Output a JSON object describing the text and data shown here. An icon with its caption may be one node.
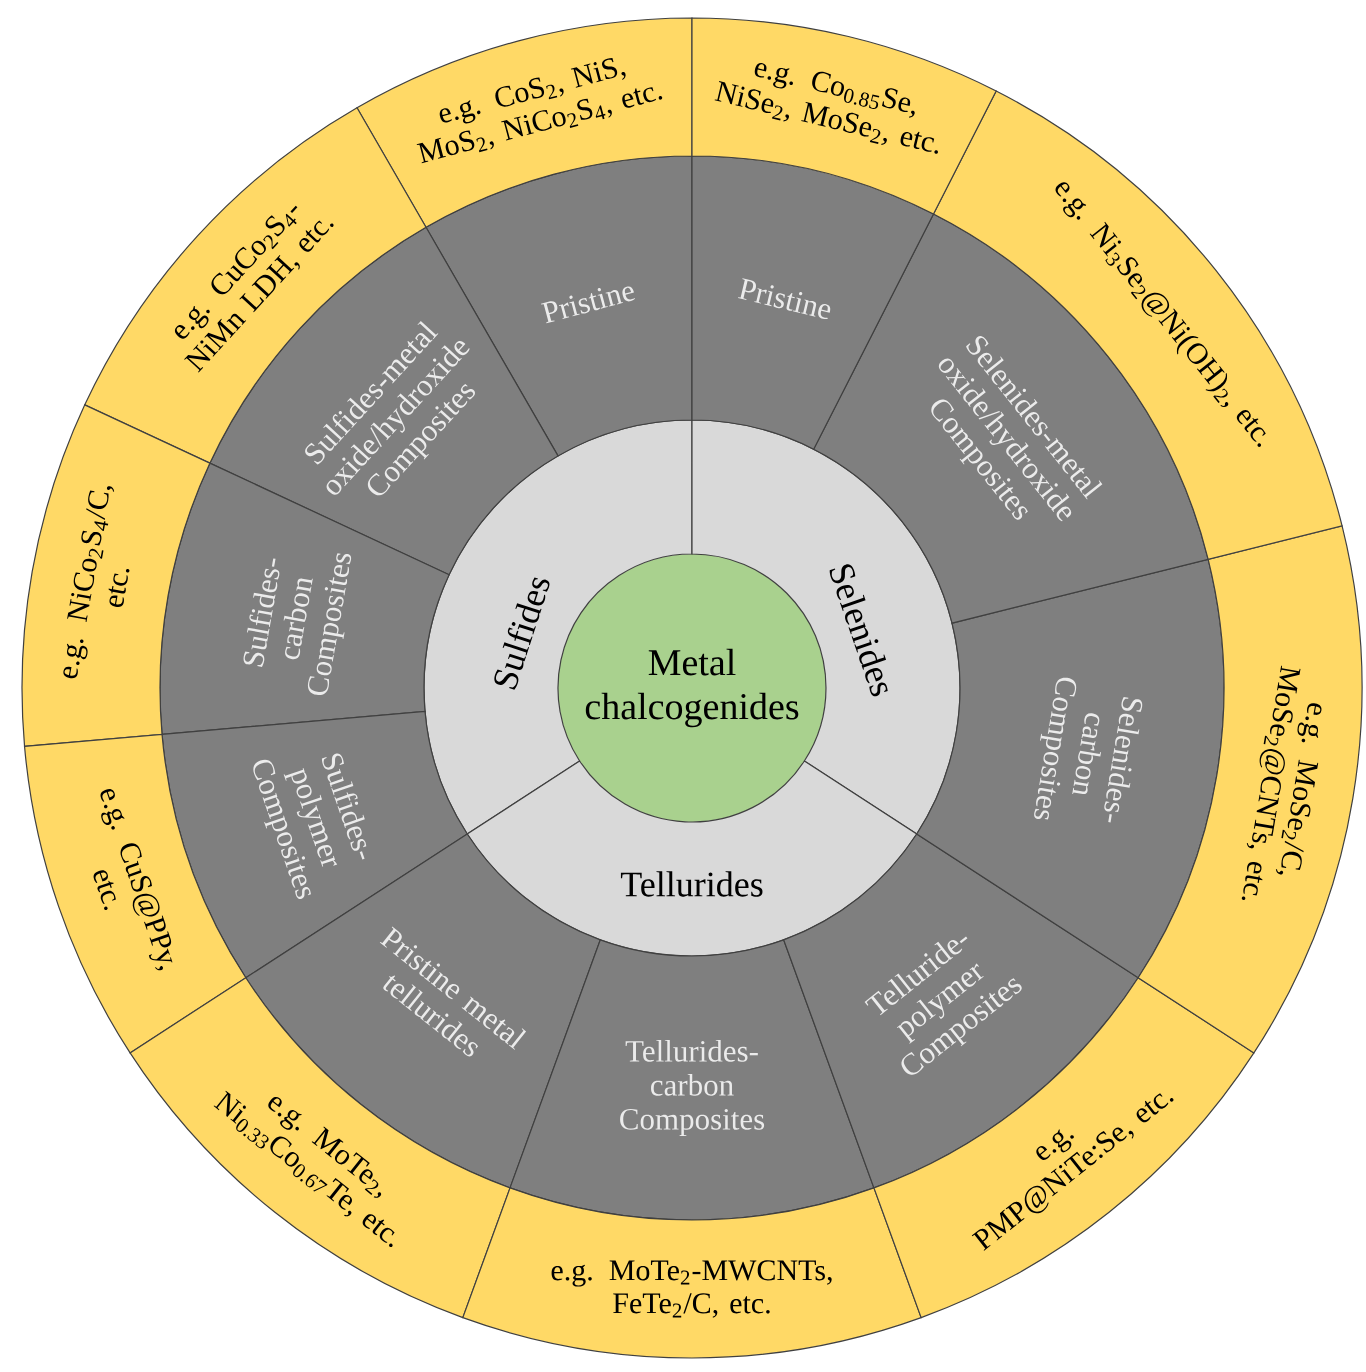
{
  "diagram": {
    "nodes": [
      {
        "text": [
          "Metal chalcogenides"
        ]
      },
      {
        "text": [
          "Sulfides"
        ]
      },
      {
        "text": [
          "Selenides"
        ]
      },
      {
        "text": [
          "Tellurides"
        ]
      },
      {
        "text": [
          "Pristine"
        ]
      },
      {
        "text": [
          "Sulfides-metal oxide/hydroxide Composites"
        ]
      },
      {
        "text": [
          "Sulfides-carbon Composites"
        ]
      },
      {
        "text": [
          "Sulfides-polymer Composites"
        ]
      },
      {
        "text": [
          "Pristine metal tellurides"
        ]
      },
      {
        "text": [
          "Tellurides-carbon Composites"
        ]
      },
      {
        "text": [
          "Telluride-polymer Composites"
        ]
      },
      {
        "text": [
          "Selenides-carbon Composites"
        ]
      },
      {
        "text": [
          "Selenides-metal oxide/hydroxide Composites"
        ]
      },
      {
        "text": [
          "Pristine"
        ]
      },
      {
        "text": [
          "e.g. CoS$_{2}$, NiS, MoS$_{2}$, NiCo$_{2}$S$_{4}$, etc."
        ]
      },
      {
        "text": [
          "e.g. CuCo$_{2}$S$_{4}$-NiMn LDH, etc."
        ]
      },
      {
        "text": [
          "e.g. NiCo$_{2}$S$_{4}$/C, etc."
        ]
      },
      {
        "text": [
          "e.g. CuS@PPy, etc."
        ]
      },
      {
        "text": [
          "e.g. MoTe$_{2}$, Ni$_{0.33}$Co$_{0.67}$Te, etc."
        ]
      },
      {
        "text": [
          "e.g. MoTe$_{2}$-MWCNTs, FeTe$_{2}$/C, etc."
        ]
      },
      {
        "text": [
          "e.g. PMP@NiTe:Se, etc."
        ]
      },
      {
        "text": [
          "e.g. MoSe$_{2}$/C, MoSe$_{2}$@CNTs, etc."
        ]
      },
      {
        "text": [
          "e.g. Ni$_{3}$Se$_{2}$@Ni(OH)$_{2}$, etc."
        ]
      },
      {
        "text": [
          "e.g. Co$_{0.85}$Se, NiSe$_{2}$, MoSe$_{2}$, etc."
        ]
      }
    ]
  }
}
